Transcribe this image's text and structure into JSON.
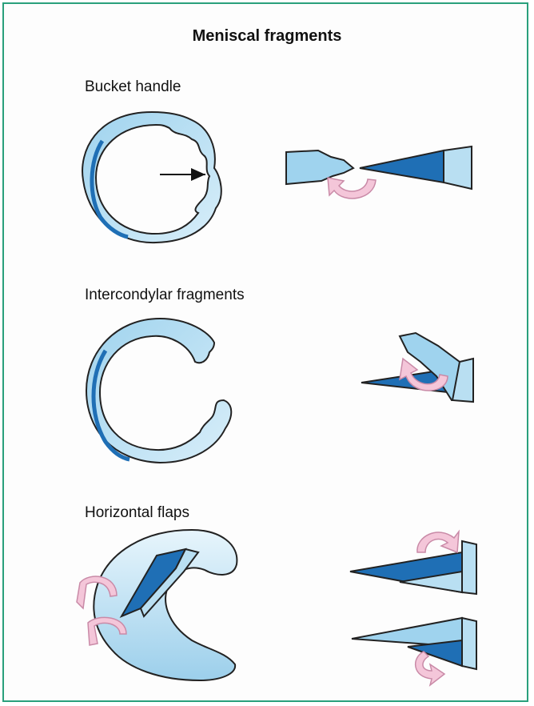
{
  "title": "Meniscal fragments",
  "sections": [
    {
      "label": "Bucket handle"
    },
    {
      "label": "Intercondylar fragments"
    },
    {
      "label": "Horizontal flaps"
    }
  ],
  "colors": {
    "border": "#2aa07c",
    "tissue_light": "#b9dff2",
    "tissue_dark": "#1f6fb5",
    "outline": "#222222",
    "arrow_pink": "#f4c6d9"
  }
}
